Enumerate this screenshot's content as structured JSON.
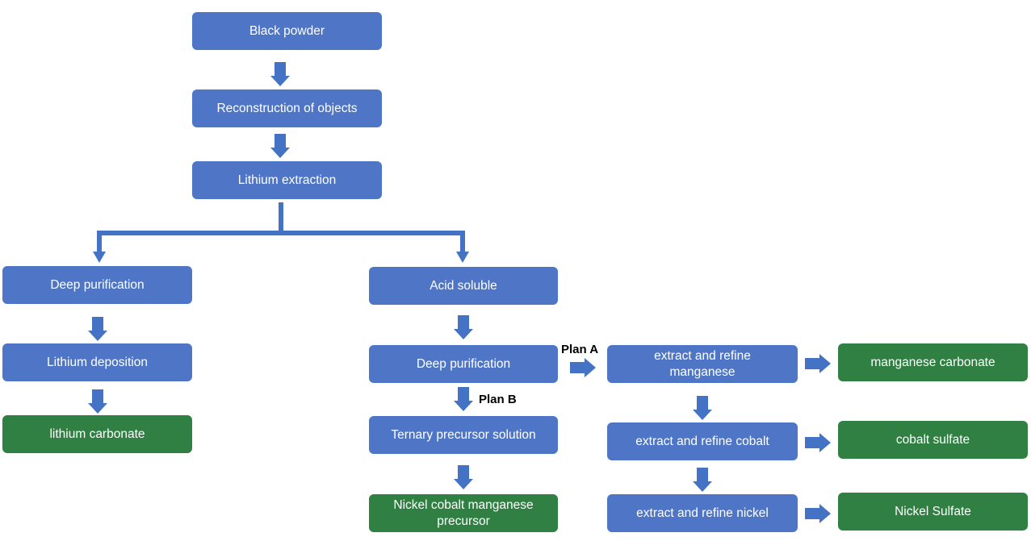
{
  "nodes": {
    "black_powder": "Black powder",
    "reconstruction": "Reconstruction of objects",
    "lithium_extraction": "Lithium extraction",
    "deep_purification_left": "Deep purification",
    "lithium_deposition": "Lithium deposition",
    "lithium_carbonate": "lithium carbonate",
    "acid_soluble": "Acid soluble",
    "deep_purification_right": "Deep purification",
    "ternary_precursor_solution": "Ternary precursor solution",
    "ncm_precursor": "Nickel cobalt manganese precursor",
    "extract_manganese": "extract and refine manganese",
    "extract_cobalt": "extract and refine cobalt",
    "extract_nickel": "extract and refine nickel",
    "manganese_carbonate": "manganese carbonate",
    "cobalt_sulfate": "cobalt sulfate",
    "nickel_sulfate": "Nickel Sulfate"
  },
  "labels": {
    "plan_a": "Plan A",
    "plan_b": "Plan B"
  },
  "colors": {
    "process": "#4f76c6",
    "product": "#2f8042",
    "arrow": "#4472c4"
  }
}
